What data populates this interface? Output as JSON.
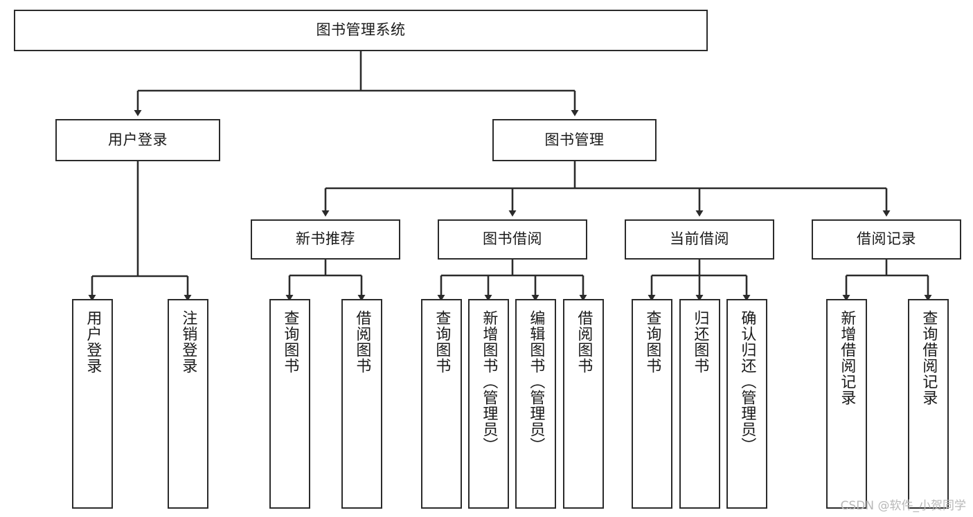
{
  "diagram": {
    "title": "图书管理系统",
    "type": "tree",
    "watermark": "CSDN @软件_小贺同学",
    "colors": {
      "box_border": "#2b2b2b",
      "box_fill": "#ffffff",
      "edge": "#2b2b2b",
      "text": "#1a1a1a",
      "watermark": "#b8b8b8",
      "background": "#ffffff"
    },
    "nodes": {
      "root": {
        "label": "图书管理系统"
      },
      "level2": [
        {
          "id": "user-login",
          "label": "用户登录"
        },
        {
          "id": "book-management",
          "label": "图书管理"
        }
      ],
      "level3": [
        {
          "id": "new-book-recommend",
          "label": "新书推荐"
        },
        {
          "id": "book-borrow",
          "label": "图书借阅"
        },
        {
          "id": "current-borrow",
          "label": "当前借阅"
        },
        {
          "id": "borrow-record",
          "label": "借阅记录"
        }
      ],
      "leaves": {
        "user-login": [
          {
            "id": "leaf-user-login",
            "label": "用户登录"
          },
          {
            "id": "leaf-logout",
            "label": "注销登录"
          }
        ],
        "new-book-recommend": [
          {
            "id": "leaf-query-book-1",
            "label": "查询图书"
          },
          {
            "id": "leaf-borrow-book-1",
            "label": "借阅图书"
          }
        ],
        "book-borrow": [
          {
            "id": "leaf-query-book-2",
            "label": "查询图书"
          },
          {
            "id": "leaf-add-book",
            "label": "新增图书（管理员）"
          },
          {
            "id": "leaf-edit-book",
            "label": "编辑图书（管理员）"
          },
          {
            "id": "leaf-borrow-book-2",
            "label": "借阅图书"
          }
        ],
        "current-borrow": [
          {
            "id": "leaf-query-book-3",
            "label": "查询图书"
          },
          {
            "id": "leaf-return-book",
            "label": "归还图书"
          },
          {
            "id": "leaf-confirm-return",
            "label": "确认归还（管理员）"
          }
        ],
        "borrow-record": [
          {
            "id": "leaf-add-record",
            "label": "新增借阅记录"
          },
          {
            "id": "leaf-query-record",
            "label": "查询借阅记录"
          }
        ]
      }
    }
  }
}
